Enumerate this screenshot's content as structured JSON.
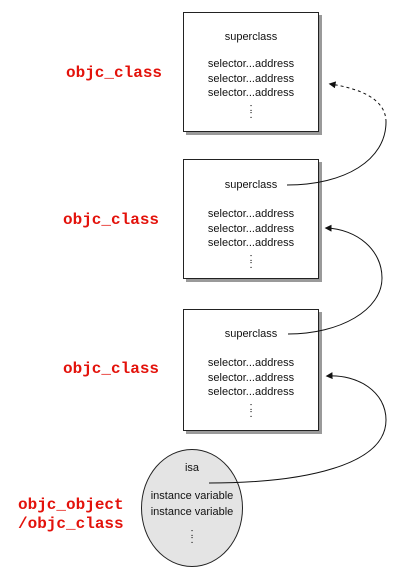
{
  "labels": {
    "top": "objc_class",
    "middle": "objc_class",
    "lower": "objc_class",
    "object_line1": "objc_object",
    "object_line2": "/objc_class"
  },
  "class_box": {
    "superclass": "superclass",
    "methods": [
      "selector...address",
      "selector...address",
      "selector...address"
    ],
    "ellipsis": ":"
  },
  "object": {
    "isa": "isa",
    "ivars": [
      "instance variable",
      "instance variable"
    ],
    "ellipsis": ":"
  },
  "colors": {
    "label": "#e3120b",
    "object_fill": "#e4e4e4",
    "shadow": "#9a9a9a"
  }
}
